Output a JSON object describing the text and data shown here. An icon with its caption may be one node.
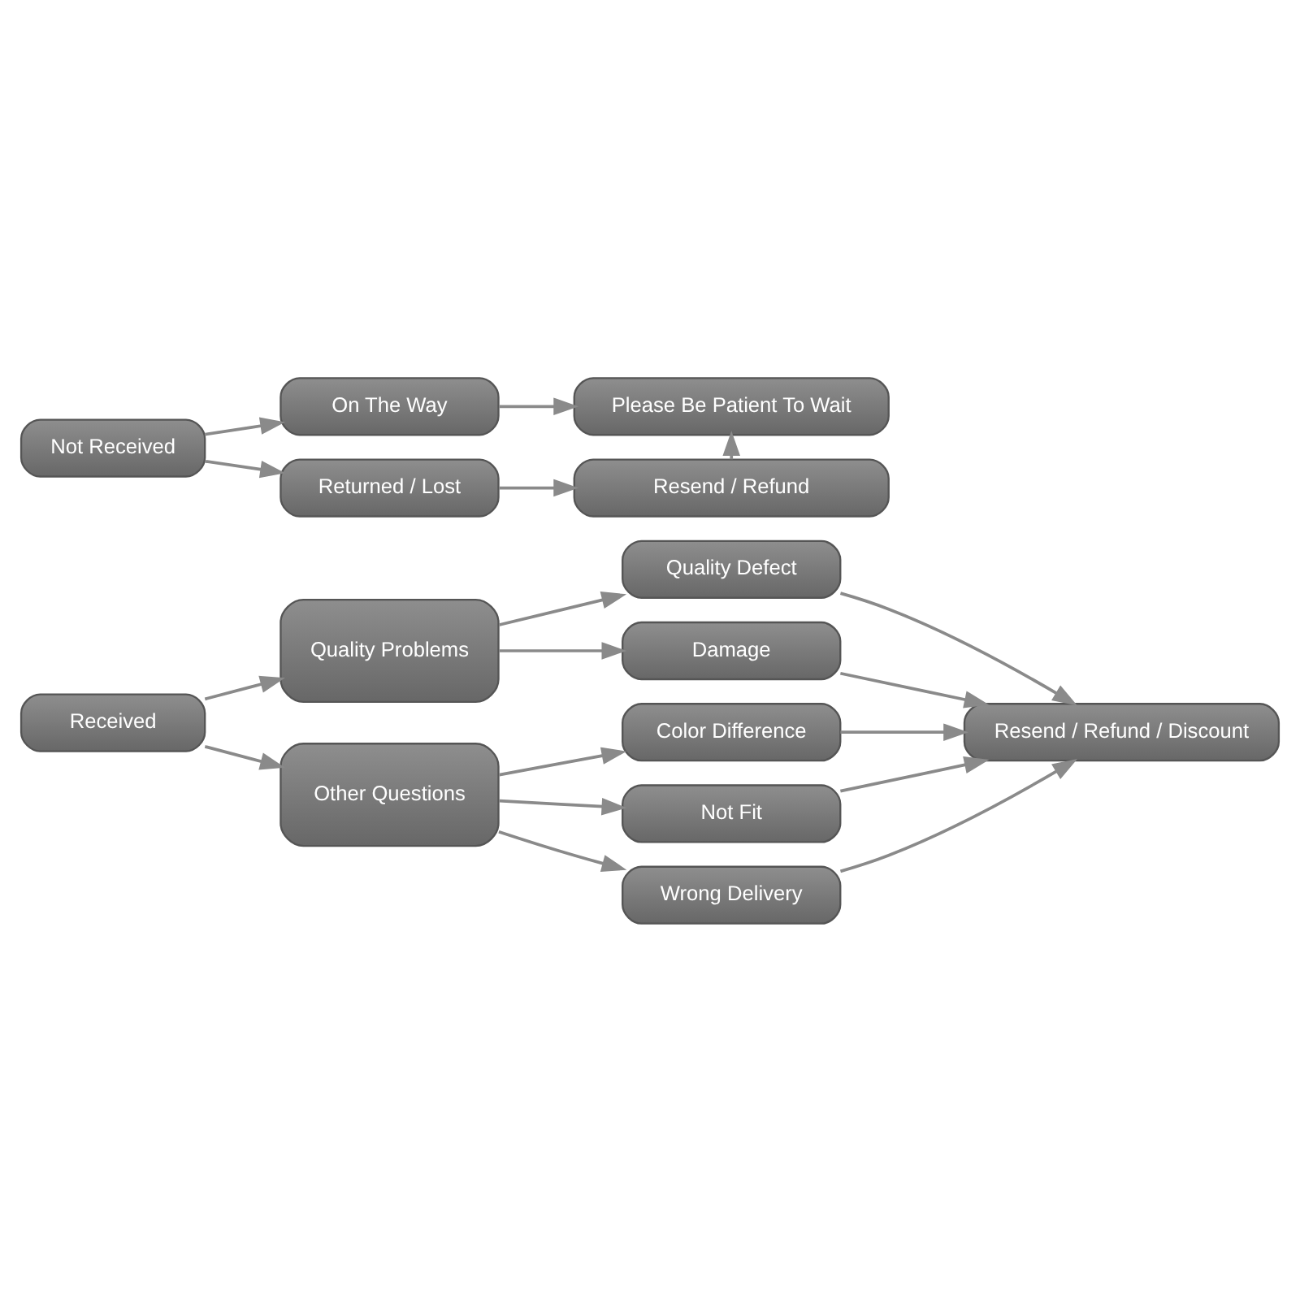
{
  "diagram": {
    "nodes": [
      {
        "text": [
          "Not Received"
        ]
      },
      {
        "text": [
          "On The Way"
        ]
      },
      {
        "text": [
          "Returned / Lost"
        ]
      },
      {
        "text": [
          "Please Be Patient To Wait"
        ]
      },
      {
        "text": [
          "Resend / Refund"
        ]
      },
      {
        "text": [
          "Received"
        ]
      },
      {
        "text": [
          "Quality Problems"
        ]
      },
      {
        "text": [
          "Other Questions"
        ]
      },
      {
        "text": [
          "Quality Defect"
        ]
      },
      {
        "text": [
          "Damage"
        ]
      },
      {
        "text": [
          "Color Difference"
        ]
      },
      {
        "text": [
          "Not Fit"
        ]
      },
      {
        "text": [
          "Wrong Delivery"
        ]
      },
      {
        "text": [
          "Resend / Refund / Discount"
        ]
      }
    ],
    "edges": [
      {
        "from": 0,
        "to": 1,
        "arrow": "to"
      },
      {
        "from": 0,
        "to": 2,
        "arrow": "to"
      },
      {
        "from": 1,
        "to": 3,
        "arrow": "to"
      },
      {
        "from": 2,
        "to": 4,
        "arrow": "to"
      },
      {
        "from": 4,
        "to": 3,
        "arrow": "to"
      },
      {
        "from": 5,
        "to": 6,
        "arrow": "to"
      },
      {
        "from": 5,
        "to": 7,
        "arrow": "to"
      },
      {
        "from": 6,
        "to": 8,
        "arrow": "to"
      },
      {
        "from": 6,
        "to": 9,
        "arrow": "to"
      },
      {
        "from": 7,
        "to": 10,
        "arrow": "to"
      },
      {
        "from": 7,
        "to": 11,
        "arrow": "to"
      },
      {
        "from": 7,
        "to": 12,
        "arrow": "to"
      },
      {
        "from": 8,
        "to": 13,
        "arrow": "to"
      },
      {
        "from": 9,
        "to": 13,
        "arrow": "to"
      },
      {
        "from": 10,
        "to": 13,
        "arrow": "to"
      },
      {
        "from": 11,
        "to": 13,
        "arrow": "to"
      },
      {
        "from": 12,
        "to": 13,
        "arrow": "to"
      }
    ]
  }
}
